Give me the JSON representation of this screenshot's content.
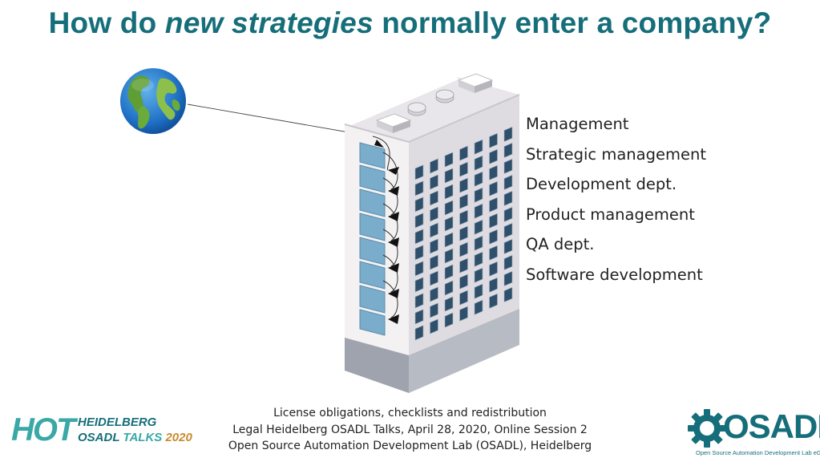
{
  "slide": {
    "title_before": "How do ",
    "title_emph": "new strategies",
    "title_after": " normally enter a company?"
  },
  "departments": [
    "Management",
    "Strategic management",
    "Development dept.",
    "Product management",
    "QA dept.",
    "Software development"
  ],
  "footer": {
    "line1": "License obligations, checklists and redistribution",
    "line2": "Legal Heidelberg OSADL Talks, April 28, 2020, Online Session 2",
    "line3": "Open Source Automation Development Lab (OSADL), Heidelberg"
  },
  "hot_logo": {
    "big": "HOT",
    "line1": "HEIDELBERG",
    "line2_a": "OSADL",
    "line2_b": "TALKS",
    "line2_c": "2020"
  },
  "osadl_logo": {
    "word": "OSADL",
    "tagline": "Open Source Automation Development Lab eG"
  },
  "colors": {
    "brand_teal": "#156e7a",
    "accent_teal": "#3aa8a6",
    "window_blue": "#7aaccc"
  },
  "icons": [
    "globe-icon",
    "building-illustration",
    "gear-icon"
  ]
}
